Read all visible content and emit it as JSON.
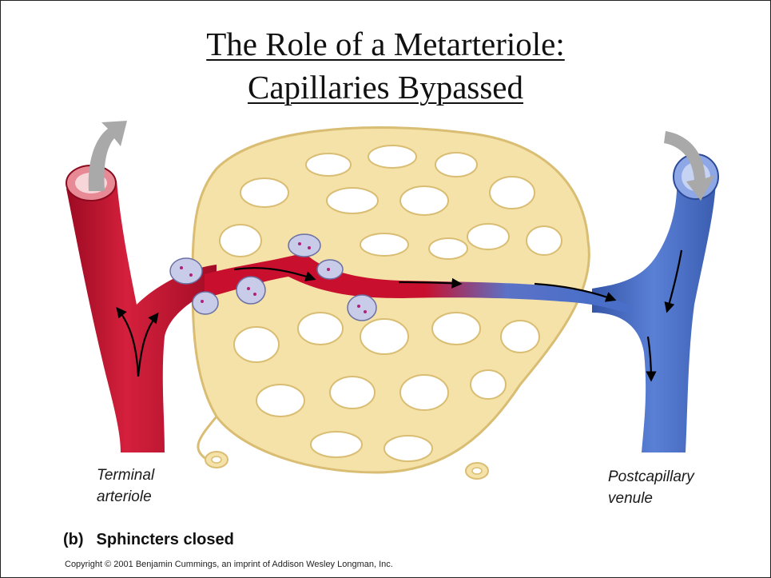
{
  "title": {
    "line1": "The Role of a Metarteriole:",
    "line2": "Capillaries Bypassed"
  },
  "labels": {
    "terminal_arteriole": [
      "Terminal",
      "arteriole"
    ],
    "postcapillary_venule": [
      "Postcapillary",
      "venule"
    ]
  },
  "caption": {
    "part": "(b)",
    "text": "Sphincters closed"
  },
  "copyright": "Copyright © 2001 Benjamin Cummings, an imprint of Addison Wesley Longman, Inc.",
  "colors": {
    "arteriole": "#c8102e",
    "venule": "#4a6fc9",
    "capillary_bed": "#f5e2a8",
    "capillary_outline": "#d9bd73",
    "sphincter": "#c8cce8",
    "flow_arrow": "#a9a9a9"
  },
  "icons": {
    "outflow": "curved-arrow-up-icon",
    "inflow": "curved-arrow-down-icon",
    "flow": "black-flow-arrow-icon"
  }
}
